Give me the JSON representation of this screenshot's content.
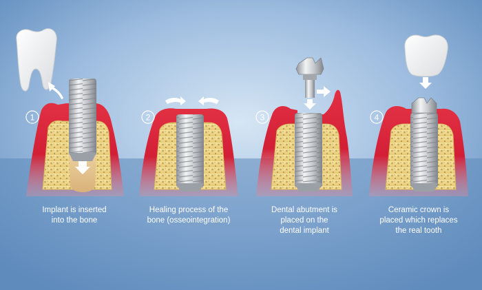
{
  "steps": [
    {
      "number": "1",
      "caption": [
        "Implant is inserted",
        "into the bone"
      ]
    },
    {
      "number": "2",
      "caption": [
        "Healing process of the",
        "bone (osseointegration)"
      ]
    },
    {
      "number": "3",
      "caption": [
        "Dental abutment is",
        "placed on the",
        "dental implant"
      ]
    },
    {
      "number": "4",
      "caption": [
        "Ceramic crown is",
        "placed which replaces",
        "the real tooth"
      ]
    }
  ],
  "colors": {
    "background_top": "#cfe0f1",
    "background_bottom": "#6b96c4",
    "gum": "#d8233a",
    "bone": "#efd78a",
    "implant": "#c9ccd0",
    "crown": "#f4f4f2",
    "arrow": "#ffffff"
  }
}
